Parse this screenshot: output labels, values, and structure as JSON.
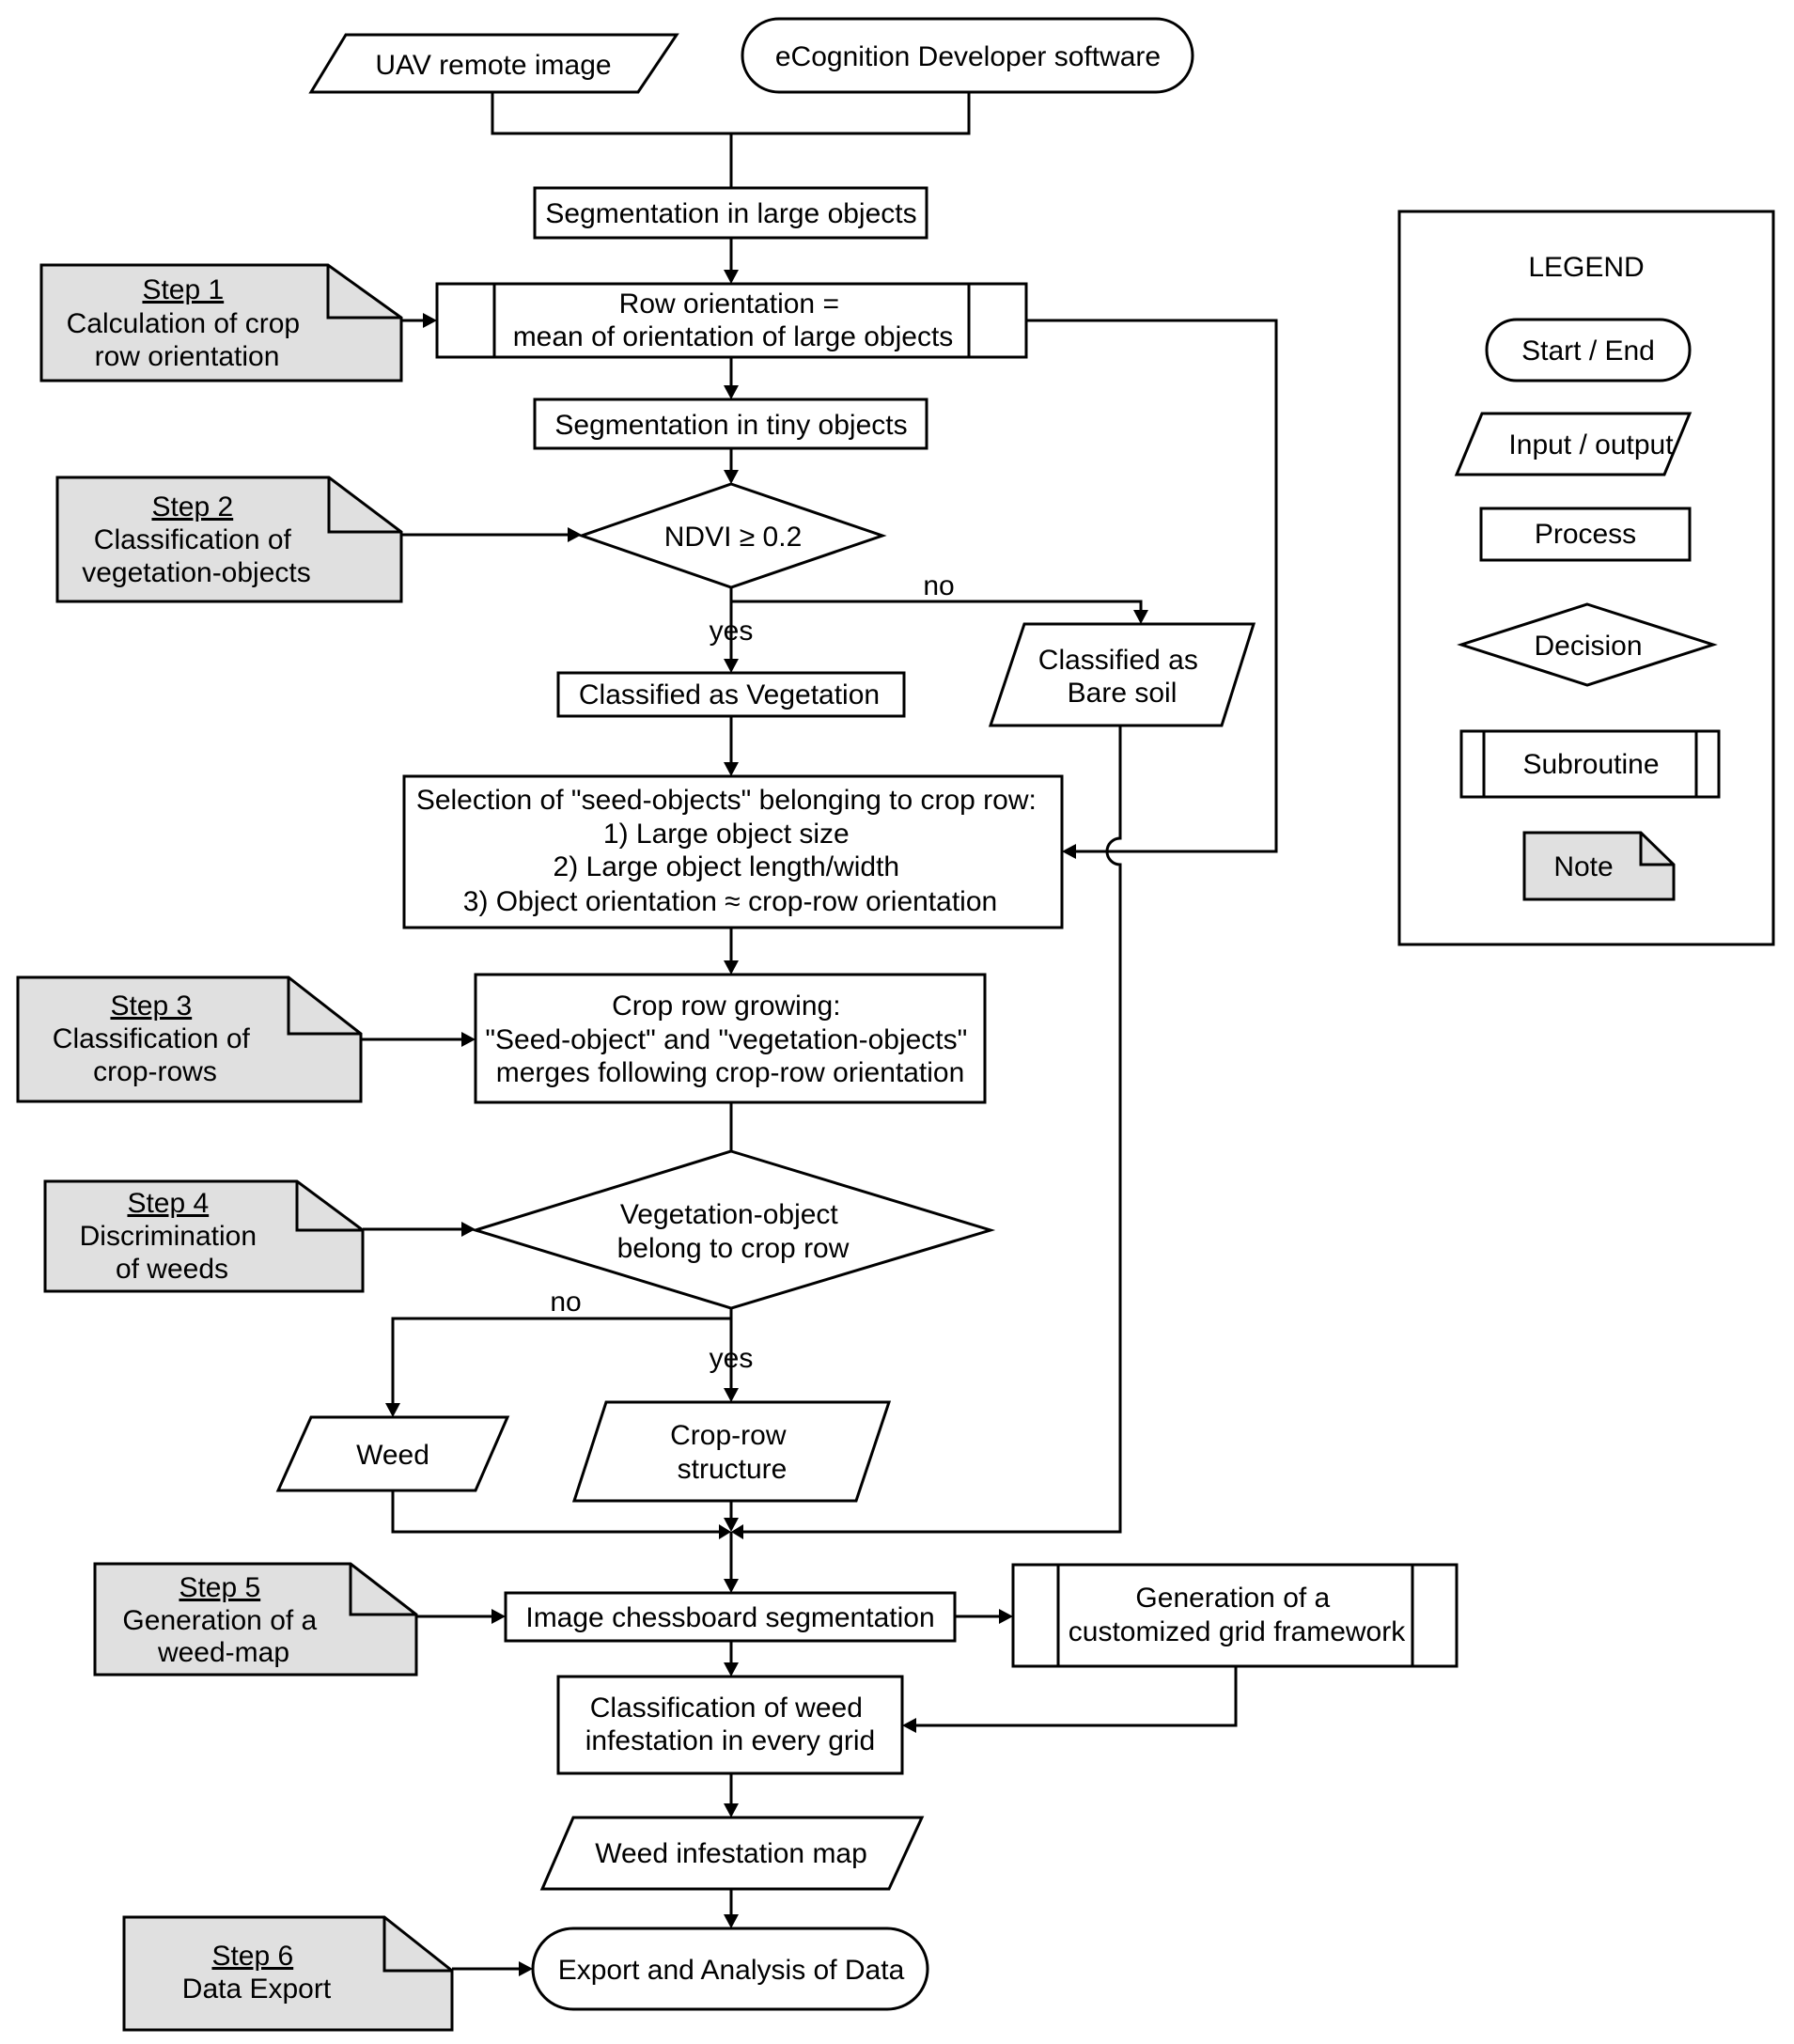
{
  "nodes": {
    "uav_image": {
      "lines": [
        "UAV remote image"
      ]
    },
    "ecognition": {
      "lines": [
        "eCognition Developer software"
      ]
    },
    "seg_large": {
      "lines": [
        "Segmentation in large objects"
      ]
    },
    "row_orientation": {
      "lines": [
        "Row orientation =",
        "mean of orientation of large objects"
      ]
    },
    "seg_tiny": {
      "lines": [
        "Segmentation in tiny objects"
      ]
    },
    "ndvi_decision": {
      "lines": [
        "NDVI ≥ 0.2"
      ]
    },
    "bare_soil": {
      "lines": [
        "Classified as",
        "Bare soil"
      ]
    },
    "vegetation": {
      "lines": [
        "Classified as Vegetation"
      ]
    },
    "seed_selection": {
      "lines": [
        "Selection of \"seed-objects\" belonging to crop row:",
        "1) Large object size",
        "2) Large object length/width",
        "3) Object orientation ≈ crop-row orientation"
      ]
    },
    "crop_growing": {
      "lines": [
        "Crop row growing:",
        "\"Seed-object\" and \"vegetation-objects\"",
        "merges following crop-row orientation"
      ]
    },
    "belong_decision": {
      "lines": [
        "Vegetation-object",
        "belong to crop row"
      ]
    },
    "weed": {
      "lines": [
        "Weed"
      ]
    },
    "crop_structure": {
      "lines": [
        "Crop-row",
        "structure"
      ]
    },
    "chessboard": {
      "lines": [
        "Image chessboard segmentation"
      ]
    },
    "grid_framework": {
      "lines": [
        "Generation of a",
        "customized grid framework"
      ]
    },
    "classify_infestation": {
      "lines": [
        "Classification of weed",
        "infestation in every grid"
      ]
    },
    "infestation_map": {
      "lines": [
        "Weed infestation map"
      ]
    },
    "export": {
      "lines": [
        "Export and Analysis of Data"
      ]
    }
  },
  "edge_labels": {
    "ndvi_no": "no",
    "ndvi_yes": "yes",
    "belong_no": "no",
    "belong_yes": "yes"
  },
  "notes": {
    "step1": {
      "title": "Step 1",
      "lines": [
        "Calculation of crop",
        "row orientation"
      ]
    },
    "step2": {
      "title": "Step 2",
      "lines": [
        "Classification  of",
        "vegetation-objects"
      ]
    },
    "step3": {
      "title": "Step 3",
      "lines": [
        "Classification  of",
        "crop-rows"
      ]
    },
    "step4": {
      "title": "Step 4",
      "lines": [
        "Discrimination",
        "of weeds"
      ]
    },
    "step5": {
      "title": "Step 5",
      "lines": [
        "Generation of a",
        "weed-map"
      ]
    },
    "step6": {
      "title": "Step 6",
      "lines": [
        "Data Export"
      ]
    }
  },
  "legend": {
    "title": "LEGEND",
    "start_end": "Start / End",
    "input_output": "Input / output",
    "process": "Process",
    "decision": "Decision",
    "subroutine": "Subroutine",
    "note": "Note"
  },
  "colors": {
    "note_fill": "#e0e0e0",
    "stroke": "#000000",
    "background": "#ffffff"
  }
}
